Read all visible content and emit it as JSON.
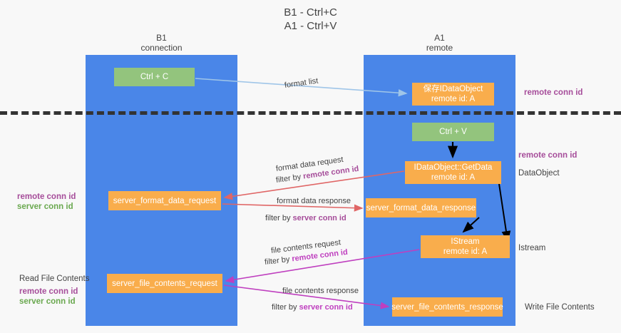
{
  "title": {
    "line1": "B1 - Ctrl+C",
    "line2": "A1 - Ctrl+V"
  },
  "lanes": [
    {
      "id": "b1",
      "line1": "B1",
      "line2": "connection",
      "color": "#4a86e8"
    },
    {
      "id": "a1",
      "line1": "A1",
      "line2": "remote",
      "color": "#4a86e8"
    }
  ],
  "colors": {
    "lane": "#4a86e8",
    "green_box": "#93c47d",
    "orange_box": "#f9ad4c",
    "purple_text": "#a64d9a",
    "green_text": "#6aa84f",
    "magenta_text": "#bf3fbf",
    "red_arrow": "#e06666",
    "lightblue_arrow": "#9fc5e8",
    "black_arrow": "#000000",
    "divider": "#333333",
    "background": "#f8f8f8"
  },
  "boxes": {
    "ctrl_c": {
      "label": "Ctrl + C",
      "style": "green"
    },
    "save_dataobject": {
      "line1": "保存IDataObject",
      "line2": "remote id: A",
      "style": "orange"
    },
    "ctrl_v": {
      "label": "Ctrl + V",
      "style": "green"
    },
    "getdata": {
      "line1": "IDataObject::GetData",
      "line2": "remote id: A",
      "style": "orange"
    },
    "server_format_data_request": {
      "label": "server_format_data_request",
      "style": "orange"
    },
    "server_format_data_response": {
      "label": "server_format_data_response",
      "style": "orange"
    },
    "istream": {
      "line1": "IStream",
      "line2": "remote id: A",
      "style": "orange"
    },
    "server_file_contents_request": {
      "label": "server_file_contents_request",
      "style": "orange"
    },
    "server_file_contents_response": {
      "label": "server_file_contents_response",
      "style": "orange"
    }
  },
  "edge_labels": {
    "format_list": "format list",
    "format_data_request": "format data request",
    "format_data_request_filter_prefix": "filter by ",
    "format_data_request_filter_key": "remote conn id",
    "format_data_response": "format data response",
    "format_data_response_filter_prefix": "filter by ",
    "format_data_response_filter_key": "server conn id",
    "file_contents_request": "file contents request",
    "file_contents_request_filter_prefix": "filter by ",
    "file_contents_request_filter_key": "remote conn id",
    "file_contents_response": "file contents response",
    "file_contents_response_filter_prefix": "filter by ",
    "file_contents_response_filter_key": "server conn id"
  },
  "annotations": {
    "right_top_remote_conn_id": "remote conn id",
    "right_mid_remote_conn_id": "remote conn id",
    "right_dataobject": "DataObject",
    "right_istream": "Istream",
    "right_write_file_contents": "Write File Contents",
    "left_mid_remote_conn_id": "remote conn id",
    "left_mid_server_conn_id": "server conn id",
    "left_read_file_contents": "Read File Contents",
    "left_bottom_remote_conn_id": "remote conn id",
    "left_bottom_server_conn_id": "server conn id"
  }
}
